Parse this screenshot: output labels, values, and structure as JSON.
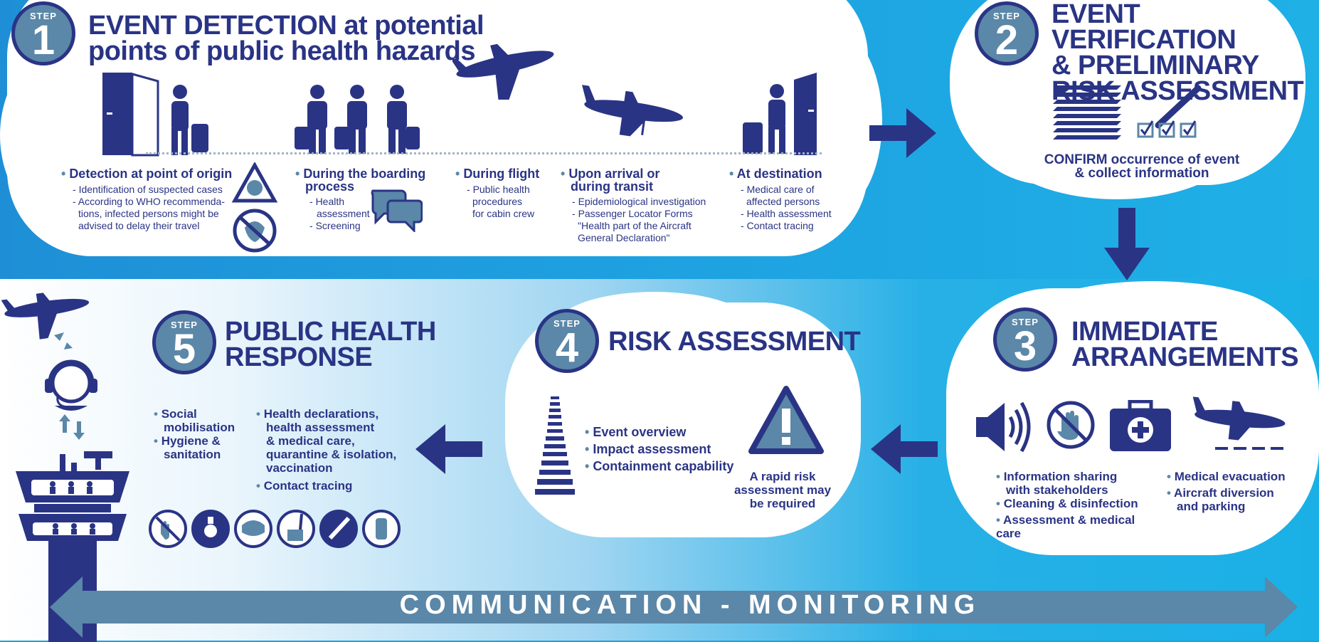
{
  "step1": {
    "badge_word": "STEP",
    "number": "1",
    "title_line1": "EVENT DETECTION at potential",
    "title_line2": "points of public health hazards",
    "phases": [
      {
        "title": "Detection at point of origin",
        "items": [
          "Identification of suspected cases",
          "According to WHO recommenda-",
          "tions, infected persons might be",
          "advised to delay their travel"
        ]
      },
      {
        "title_line1": "During the boarding",
        "title_line2": "process",
        "items": [
          "Health",
          "assessment",
          "Screening"
        ]
      },
      {
        "title": "During flight",
        "items": [
          "Public health",
          "procedures",
          "for cabin crew"
        ]
      },
      {
        "title_line1": "Upon arrival or",
        "title_line2": "during transit",
        "items": [
          "Epidemiological investigation",
          "Passenger Locator Forms",
          "\"Health part of the Aircraft",
          "General Declaration\""
        ]
      },
      {
        "title": "At destination",
        "items": [
          "Medical care of",
          "affected persons",
          "Health assessment",
          "Contact tracing"
        ]
      }
    ]
  },
  "step2": {
    "badge_word": "STEP",
    "number": "2",
    "title_line1": "EVENT VERIFICATION",
    "title_line2": "& PRELIMINARY",
    "title_line3": "RISK ASSESSMENT",
    "caption_line1": "CONFIRM occurrence of event",
    "caption_line2": "& collect information"
  },
  "step3": {
    "badge_word": "STEP",
    "number": "3",
    "title_line1": "IMMEDIATE",
    "title_line2": "ARRANGEMENTS",
    "left_items": [
      "Information sharing",
      "with stakeholders",
      "Cleaning & disinfection",
      "Assessment & medical care"
    ],
    "right_items": [
      "Medical evacuation",
      "Aircraft diversion",
      "and parking"
    ]
  },
  "step4": {
    "badge_word": "STEP",
    "number": "4",
    "title": "RISK ASSESSMENT",
    "items": [
      "Event overview",
      "Impact assessment",
      "Containment capability"
    ],
    "note_line1": "A rapid risk",
    "note_line2": "assessment may",
    "note_line3": "be required"
  },
  "step5": {
    "badge_word": "STEP",
    "number": "5",
    "title_line1": "PUBLIC HEALTH",
    "title_line2": "RESPONSE",
    "col1": [
      "Social",
      "mobilisation",
      "Hygiene &",
      "sanitation"
    ],
    "col2": [
      "Health declarations,",
      "health assessment",
      "& medical care,",
      "quarantine & isolation,",
      "vaccination",
      "Contact tracing"
    ]
  },
  "footer": {
    "banner": "COMMUNICATION - MONITORING"
  },
  "colors": {
    "navy": "#2a3485",
    "steel": "#5b87a8",
    "sky": "#1ba3dd"
  },
  "icons": [
    "door-icon",
    "traveler-icon",
    "passengers-icon",
    "airplane-icon",
    "biohazard-icon",
    "speech-bubble-icon",
    "stack-icon",
    "checklist-icon",
    "megaphone-icon",
    "no-hand-icon",
    "first-aid-icon",
    "alert-icon",
    "headset-icon",
    "tower-icon"
  ]
}
